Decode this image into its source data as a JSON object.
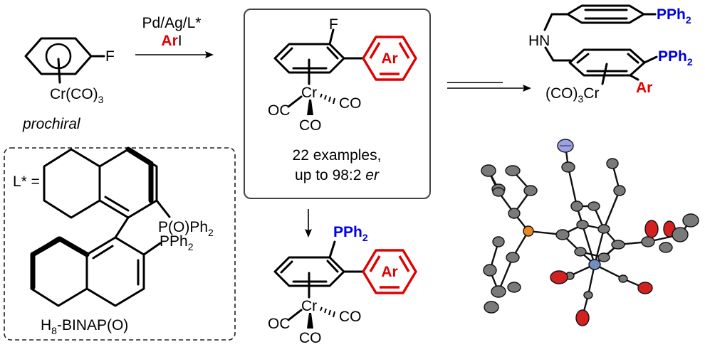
{
  "reaction": {
    "conditions_line1": "Pd/Ag/L*",
    "conditions_ar": "Ar",
    "conditions_i": "I"
  },
  "substrate": {
    "f_label": "F",
    "cr_label": "Cr(CO)",
    "cr_sub": "3",
    "prochiral": "prochiral"
  },
  "ligand": {
    "heading": "L* =",
    "po_label": "P(O)Ph",
    "po_sub": "2",
    "pph_label": "PPh",
    "pph_sub": "2",
    "name_h": "H",
    "name_sub": "8",
    "name_rest": "-BINAP(O)"
  },
  "product": {
    "f_label": "F",
    "ar_label": "Ar",
    "cr": "Cr",
    "oc": "OC",
    "co_right": "CO",
    "co_bottom": "CO",
    "examples": "22 examples,",
    "er_prefix": "up to 98:2 ",
    "er_suffix": "er"
  },
  "derivative_pph": {
    "pph": "PPh",
    "pph_sub": "2",
    "ar": "Ar",
    "cr": "Cr",
    "oc": "OC",
    "co_right": "CO",
    "co_bottom": "CO"
  },
  "derivative_amine": {
    "hn": "HN",
    "pph_top": "PPh",
    "pph_top_sub": "2",
    "pph_mid": "PPh",
    "pph_mid_sub": "2",
    "ar": "Ar",
    "co3cr_prefix": "(CO)",
    "co3cr_sub": "3",
    "co3cr_suffix": "Cr"
  },
  "colors": {
    "aryl": "#e00000",
    "phosphine": "#0000e0",
    "box_border": "#444444"
  }
}
